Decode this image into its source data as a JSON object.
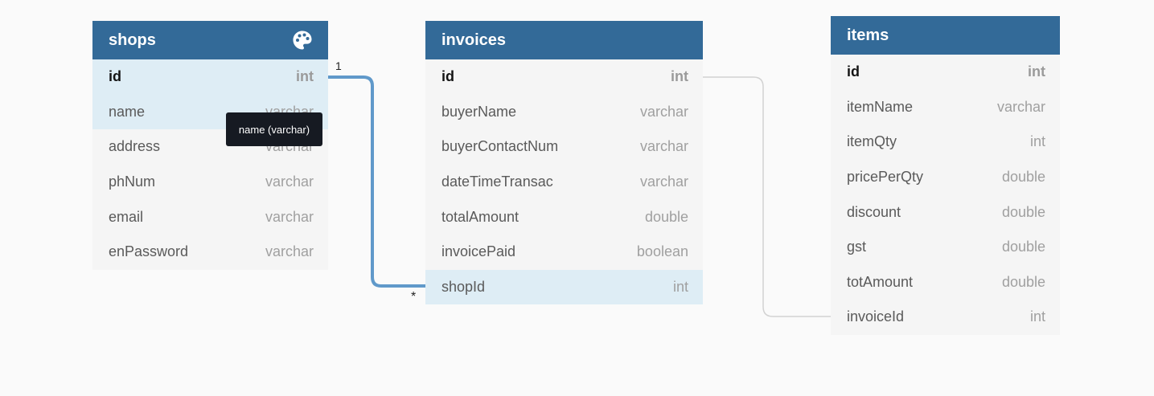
{
  "tables": [
    {
      "key": "shops",
      "name": "shops",
      "has_palette": true,
      "fields": [
        {
          "name": "id",
          "type": "int",
          "pk": true,
          "highlighted": true
        },
        {
          "name": "name",
          "type": "varchar",
          "pk": false,
          "highlighted": true
        },
        {
          "name": "address",
          "type": "varchar",
          "pk": false,
          "highlighted": false
        },
        {
          "name": "phNum",
          "type": "varchar",
          "pk": false,
          "highlighted": false
        },
        {
          "name": "email",
          "type": "varchar",
          "pk": false,
          "highlighted": false
        },
        {
          "name": "enPassword",
          "type": "varchar",
          "pk": false,
          "highlighted": false
        }
      ]
    },
    {
      "key": "invoices",
      "name": "invoices",
      "has_palette": false,
      "fields": [
        {
          "name": "id",
          "type": "int",
          "pk": true,
          "highlighted": false
        },
        {
          "name": "buyerName",
          "type": "varchar",
          "pk": false,
          "highlighted": false
        },
        {
          "name": "buyerContactNum",
          "type": "varchar",
          "pk": false,
          "highlighted": false
        },
        {
          "name": "dateTimeTransac",
          "type": "varchar",
          "pk": false,
          "highlighted": false
        },
        {
          "name": "totalAmount",
          "type": "double",
          "pk": false,
          "highlighted": false
        },
        {
          "name": "invoicePaid",
          "type": "boolean",
          "pk": false,
          "highlighted": false
        },
        {
          "name": "shopId",
          "type": "int",
          "pk": false,
          "highlighted": true
        }
      ]
    },
    {
      "key": "items",
      "name": "items",
      "has_palette": false,
      "fields": [
        {
          "name": "id",
          "type": "int",
          "pk": true,
          "highlighted": false
        },
        {
          "name": "itemName",
          "type": "varchar",
          "pk": false,
          "highlighted": false
        },
        {
          "name": "itemQty",
          "type": "int",
          "pk": false,
          "highlighted": false
        },
        {
          "name": "pricePerQty",
          "type": "double",
          "pk": false,
          "highlighted": false
        },
        {
          "name": "discount",
          "type": "double",
          "pk": false,
          "highlighted": false
        },
        {
          "name": "gst",
          "type": "double",
          "pk": false,
          "highlighted": false
        },
        {
          "name": "totAmount",
          "type": "double",
          "pk": false,
          "highlighted": false
        },
        {
          "name": "invoiceId",
          "type": "int",
          "pk": false,
          "highlighted": false
        }
      ]
    }
  ],
  "relations": [
    {
      "from": "shops.id",
      "to": "invoices.shopId",
      "from_card": "1",
      "to_card": "*",
      "active": true
    },
    {
      "from": "invoices.id",
      "to": "items.invoiceId",
      "from_card": "",
      "to_card": "",
      "active": false
    }
  ],
  "tooltip": {
    "text": "name (varchar)"
  },
  "colors": {
    "header": "#336a98",
    "active_link": "#6099ca",
    "inactive_link": "#d2d2d2",
    "row_highlight": "#deedf5",
    "canvas": "#fafafa"
  }
}
